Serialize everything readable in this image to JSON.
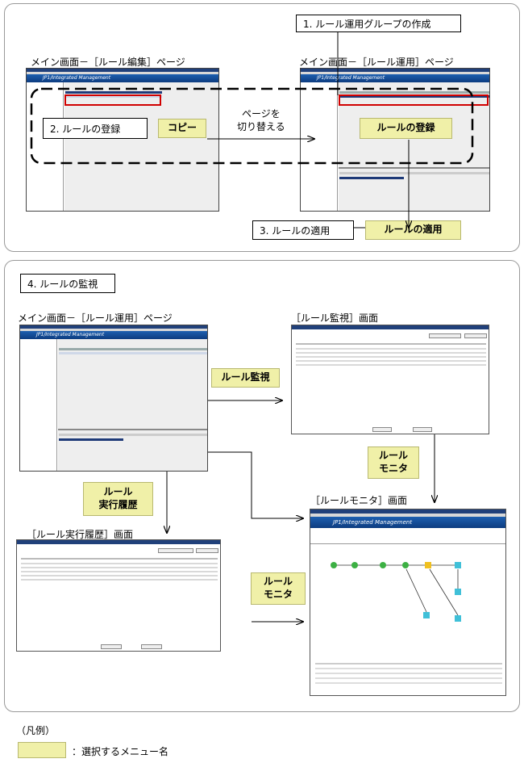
{
  "top": {
    "step1": "1. ルール運用グループの作成",
    "main_edit_label": "メイン画面－［ルール編集］ページ",
    "main_op_label": "メイン画面－［ルール運用］ページ",
    "step2": "2. ルールの登録",
    "menu_copy": "コピー",
    "switch_page": "ページを\n切り替える",
    "menu_register": "ルールの登録",
    "step3": "3. ルールの適用",
    "menu_apply": "ルールの適用"
  },
  "bottom": {
    "step4": "4. ルールの監視",
    "main_op_label": "メイン画面－［ルール運用］ページ",
    "monitor_screen_label": "［ルール監視］画面",
    "menu_monitor": "ルール監視",
    "menu_rule_monitor_1": "ルール\nモニタ",
    "menu_history": "ルール\n実行履歴",
    "history_screen_label": "［ルール実行履歴］画面",
    "rule_monitor_screen_label": "［ルールモニタ］画面",
    "menu_rule_monitor_2": "ルール\nモニタ"
  },
  "screens": {
    "app_header": "JP1/Integrated Management"
  },
  "legend": {
    "title": "（凡例）",
    "item": "：選択するメニュー名"
  },
  "colors": {
    "menu_bg": "#f0f0a8",
    "header_blue": "#1d5fb0",
    "highlight_red": "#d00000"
  }
}
